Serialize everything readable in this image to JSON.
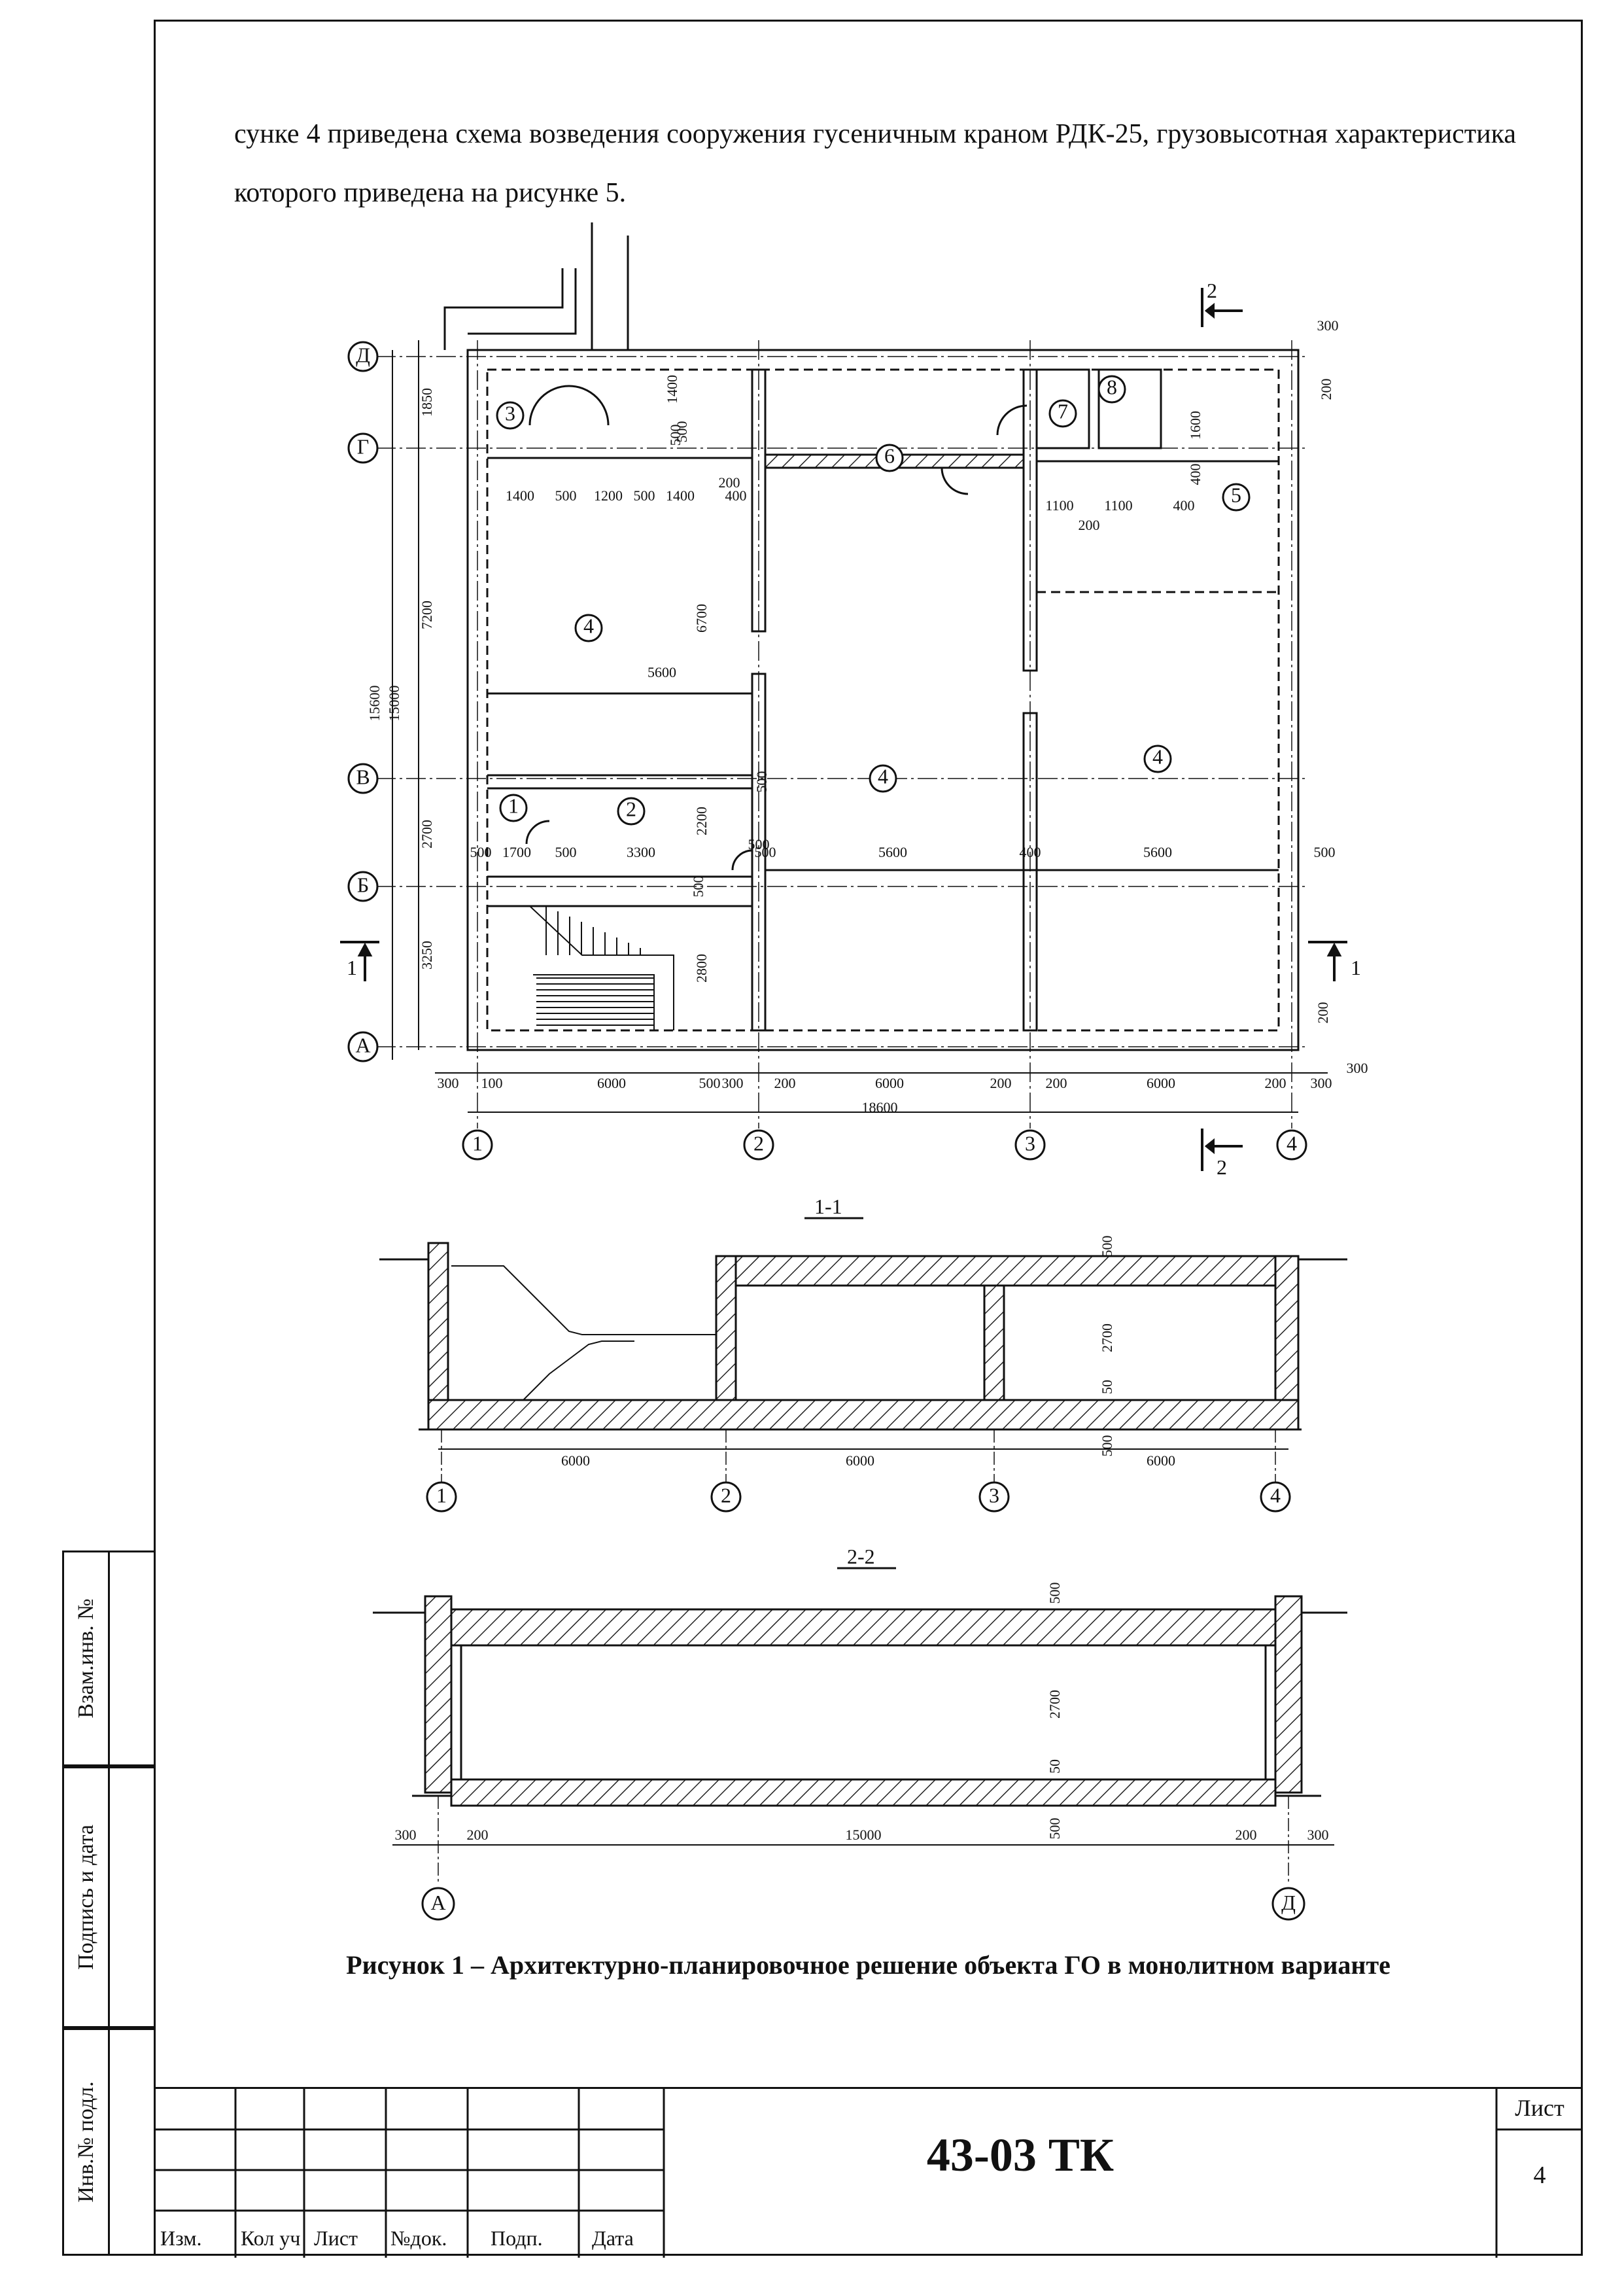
{
  "intro_text": "сунке 4 приведена схема возведения сооружения гусеничным краном РДК-25, грузовысотная характеристика которого приведена на рисунке 5.",
  "caption": "Рисунок 1 – Архитектурно-планировочное решение объекта ГО в монолитном варианте",
  "plan": {
    "row_axes": [
      "Д",
      "Г",
      "В",
      "Б",
      "А"
    ],
    "col_axes": [
      "1",
      "2",
      "3",
      "4"
    ],
    "room_numbers": [
      "3",
      "8",
      "7",
      "6",
      "5",
      "4",
      "4",
      "4",
      "1",
      "2"
    ],
    "dims_bottom": [
      "300",
      "100",
      "6000",
      "500",
      "300",
      "200",
      "6000",
      "200",
      "200",
      "6000",
      "200",
      "300"
    ],
    "overall_bottom": "18600",
    "dims_left": [
      "1850",
      "7200",
      "15600",
      "15000",
      "2700",
      "3250"
    ],
    "dims_internal": [
      "1400",
      "500",
      "1200",
      "500",
      "1400",
      "200",
      "400",
      "1100",
      "1100",
      "400",
      "200",
      "1600",
      "400",
      "1400",
      "500",
      "500",
      "6700",
      "5600",
      "500",
      "2200",
      "500",
      "500",
      "2800",
      "500",
      "1700",
      "500",
      "3300",
      "500",
      "5600",
      "400",
      "5600",
      "500"
    ],
    "dims_right": [
      "300",
      "200",
      "200",
      "300"
    ],
    "section_mark_1": "1",
    "section_mark_2": "2"
  },
  "section_1": {
    "title": "1-1",
    "axes": [
      "1",
      "2",
      "3",
      "4"
    ],
    "dims": [
      "6000",
      "6000",
      "6000"
    ],
    "vert_dims": [
      "500",
      "2700",
      "50",
      "500"
    ]
  },
  "section_2": {
    "title": "2-2",
    "axes": [
      "А",
      "Д"
    ],
    "dims": [
      "300",
      "200",
      "15000",
      "200",
      "300"
    ],
    "vert_dims": [
      "500",
      "2700",
      "50",
      "500"
    ]
  },
  "side_labels": {
    "vzam": "Взам.инв. №",
    "podpis": "Подпись и дата",
    "inv": "Инв.№ подл."
  },
  "stamp": {
    "headers": [
      "Изм.",
      "Кол уч",
      "Лист",
      "№док.",
      "Подп.",
      "Дата"
    ],
    "doc_code": "43-03 ТК",
    "sheet_label": "Лист",
    "sheet_number": "4"
  }
}
